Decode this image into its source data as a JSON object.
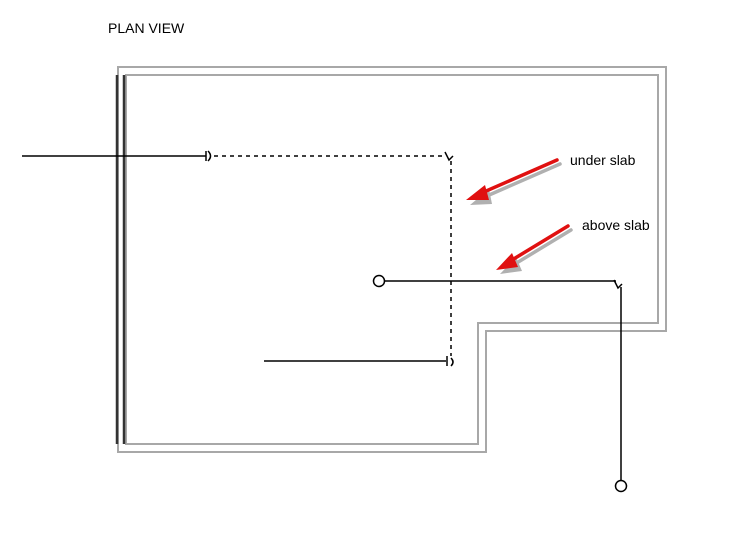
{
  "title": "PLAN VIEW",
  "annotations": {
    "under_slab": "under slab",
    "above_slab": "above slab"
  },
  "colors": {
    "slab_outline": "#a8a8a8",
    "pipe": "#000000",
    "wall": "#333333",
    "arrow": "#e01010",
    "arrow_shadow": "#b0b0b0"
  }
}
